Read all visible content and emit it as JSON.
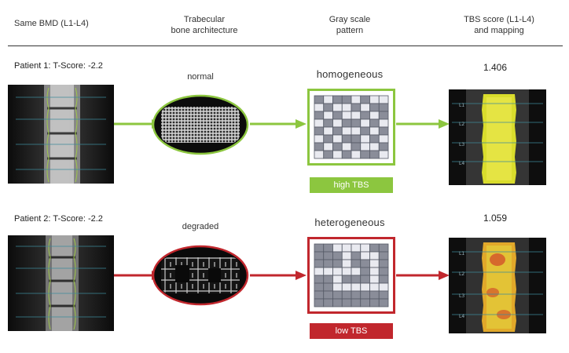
{
  "headers": {
    "col1": "Same BMD (L1-L4)",
    "col2_line1": "Trabecular",
    "col2_line2": "bone architecture",
    "col3_line1": "Gray scale",
    "col3_line2": "pattern",
    "col4_line1": "TBS score (L1-L4)",
    "col4_line2": "and mapping"
  },
  "patients": [
    {
      "label": "Patient 1: T-Score: -2.2",
      "architecture": "normal",
      "pattern": "homogeneous",
      "tbs_label": "high TBS",
      "score": "1.406",
      "vertebra_labels": [
        "L1",
        "L2",
        "L3",
        "L4"
      ]
    },
    {
      "label": "Patient 2: T-Score: -2.2",
      "architecture": "degraded",
      "pattern": "heterogeneous",
      "tbs_label": "low TBS",
      "score": "1.059",
      "vertebra_labels": [
        "L1",
        "L2",
        "L3",
        "L4"
      ]
    }
  ],
  "colors": {
    "good": "#8cc63f",
    "bad": "#c1272d",
    "grid_dark": "#8a8d99",
    "grid_light": "#e9eaf0"
  },
  "grid_patterns": {
    "homogeneous": [
      "10110100",
      "01001011",
      "10100101",
      "01011010",
      "10100101",
      "01011010",
      "10101001",
      "01010110"
    ],
    "heterogeneous": [
      "11000011",
      "11101001",
      "11101101",
      "00000101",
      "11011101",
      "11000000",
      "11111111",
      "11111111"
    ]
  }
}
